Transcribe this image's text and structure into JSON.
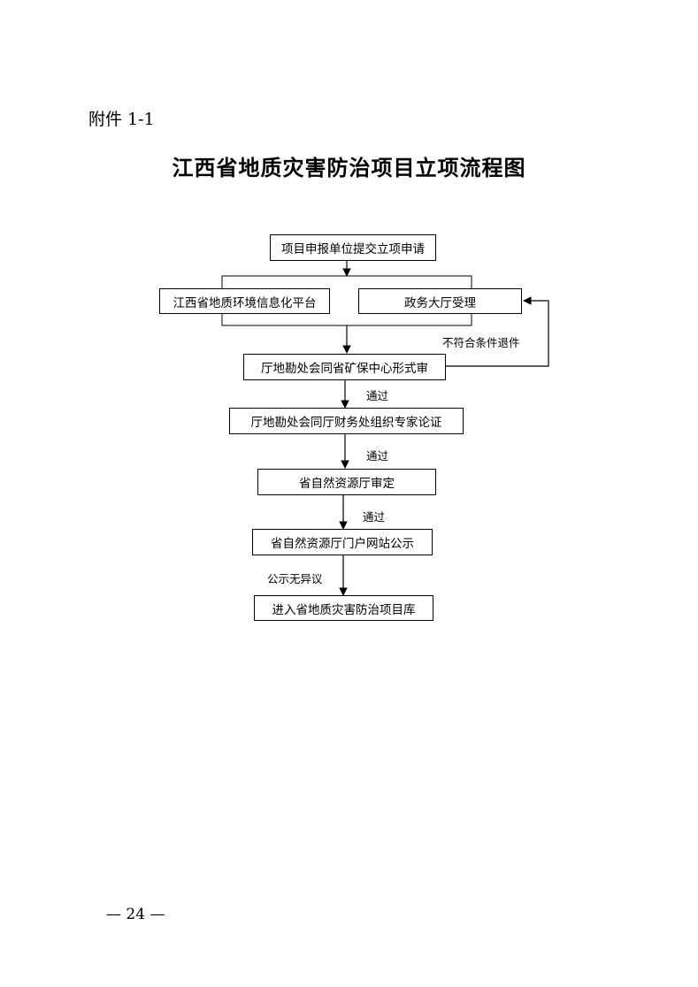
{
  "header": {
    "attachment": "附件 1-1"
  },
  "title": "江西省地质灾害防治项目立项流程图",
  "nodes": {
    "submit": "项目申报单位提交立项申请",
    "platform": "江西省地质环境信息化平台",
    "hall": "政务大厅受理",
    "formal_review": "厅地勘处会同省矿保中心形式审",
    "expert_review": "厅地勘处会同厅财务处组织专家论证",
    "dept_review": "省自然资源厅审定",
    "publicity": "省自然资源厅门户网站公示",
    "library": "进入省地质灾害防治项目库"
  },
  "edge_labels": {
    "reject": "不符合条件退件",
    "pass_1": "通过",
    "pass_2": "通过",
    "pass_3": "通过",
    "no_objection": "公示无异议"
  },
  "footer": {
    "page_number": "— 24 —"
  }
}
